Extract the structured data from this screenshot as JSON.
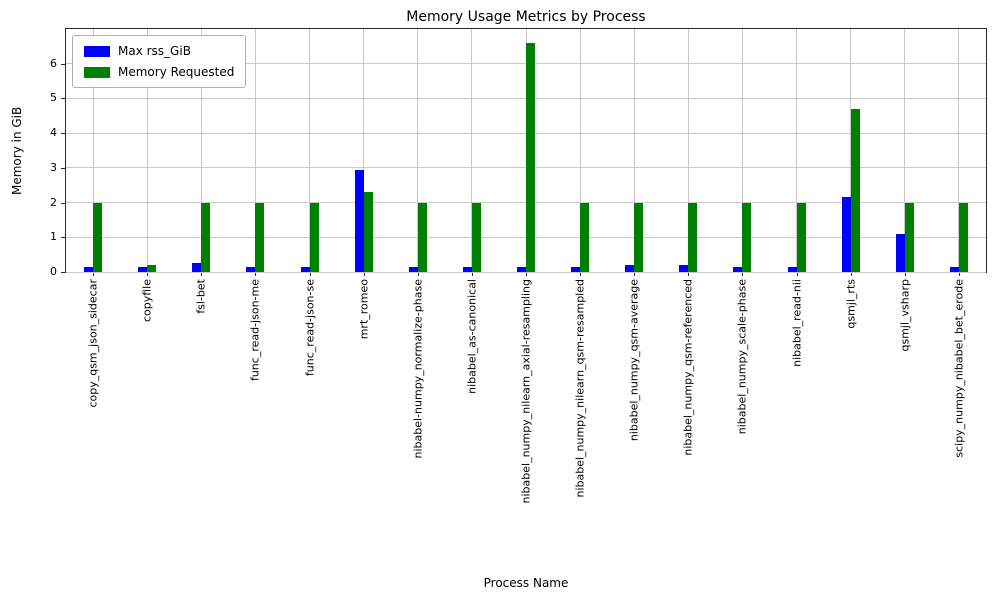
{
  "chart_data": {
    "type": "bar",
    "title": "Memory Usage Metrics by Process",
    "xlabel": "Process Name",
    "ylabel": "Memory in GiB",
    "ylim": [
      0,
      7
    ],
    "yticks": [
      0,
      1,
      2,
      3,
      4,
      5,
      6
    ],
    "grid": true,
    "legend_position": "upper left",
    "categories": [
      "copy_qsm_json_sidecar",
      "copyfile",
      "fsl-bet",
      "func_read-json-me",
      "func_read-json-se",
      "mrt_romeo",
      "nibabel-numpy_normalize-phase",
      "nibabel_as-canonical",
      "nibabel_numpy_nilearn_axial-resampling",
      "nibabel_numpy_nilearn_qsm-resampled",
      "nibabel_numpy_qsm-average",
      "nibabel_numpy_qsm-referenced",
      "nibabel_numpy_scale-phase",
      "nibabel_read-nii",
      "qsmjl_rts",
      "qsmjl_vsharp",
      "scipy_numpy_nibabel_bet_erode"
    ],
    "series": [
      {
        "name": "Max rss_GiB",
        "color": "#0000ff",
        "values": [
          0.15,
          0.15,
          0.25,
          0.15,
          0.15,
          2.95,
          0.15,
          0.15,
          0.15,
          0.15,
          0.2,
          0.2,
          0.15,
          0.15,
          2.15,
          1.1,
          0.15
        ]
      },
      {
        "name": "Memory Requested",
        "color": "#008000",
        "values": [
          2.0,
          0.2,
          2.0,
          2.0,
          2.0,
          2.3,
          2.0,
          2.0,
          6.6,
          2.0,
          2.0,
          2.0,
          2.0,
          2.0,
          4.7,
          2.0,
          2.0
        ]
      }
    ]
  }
}
